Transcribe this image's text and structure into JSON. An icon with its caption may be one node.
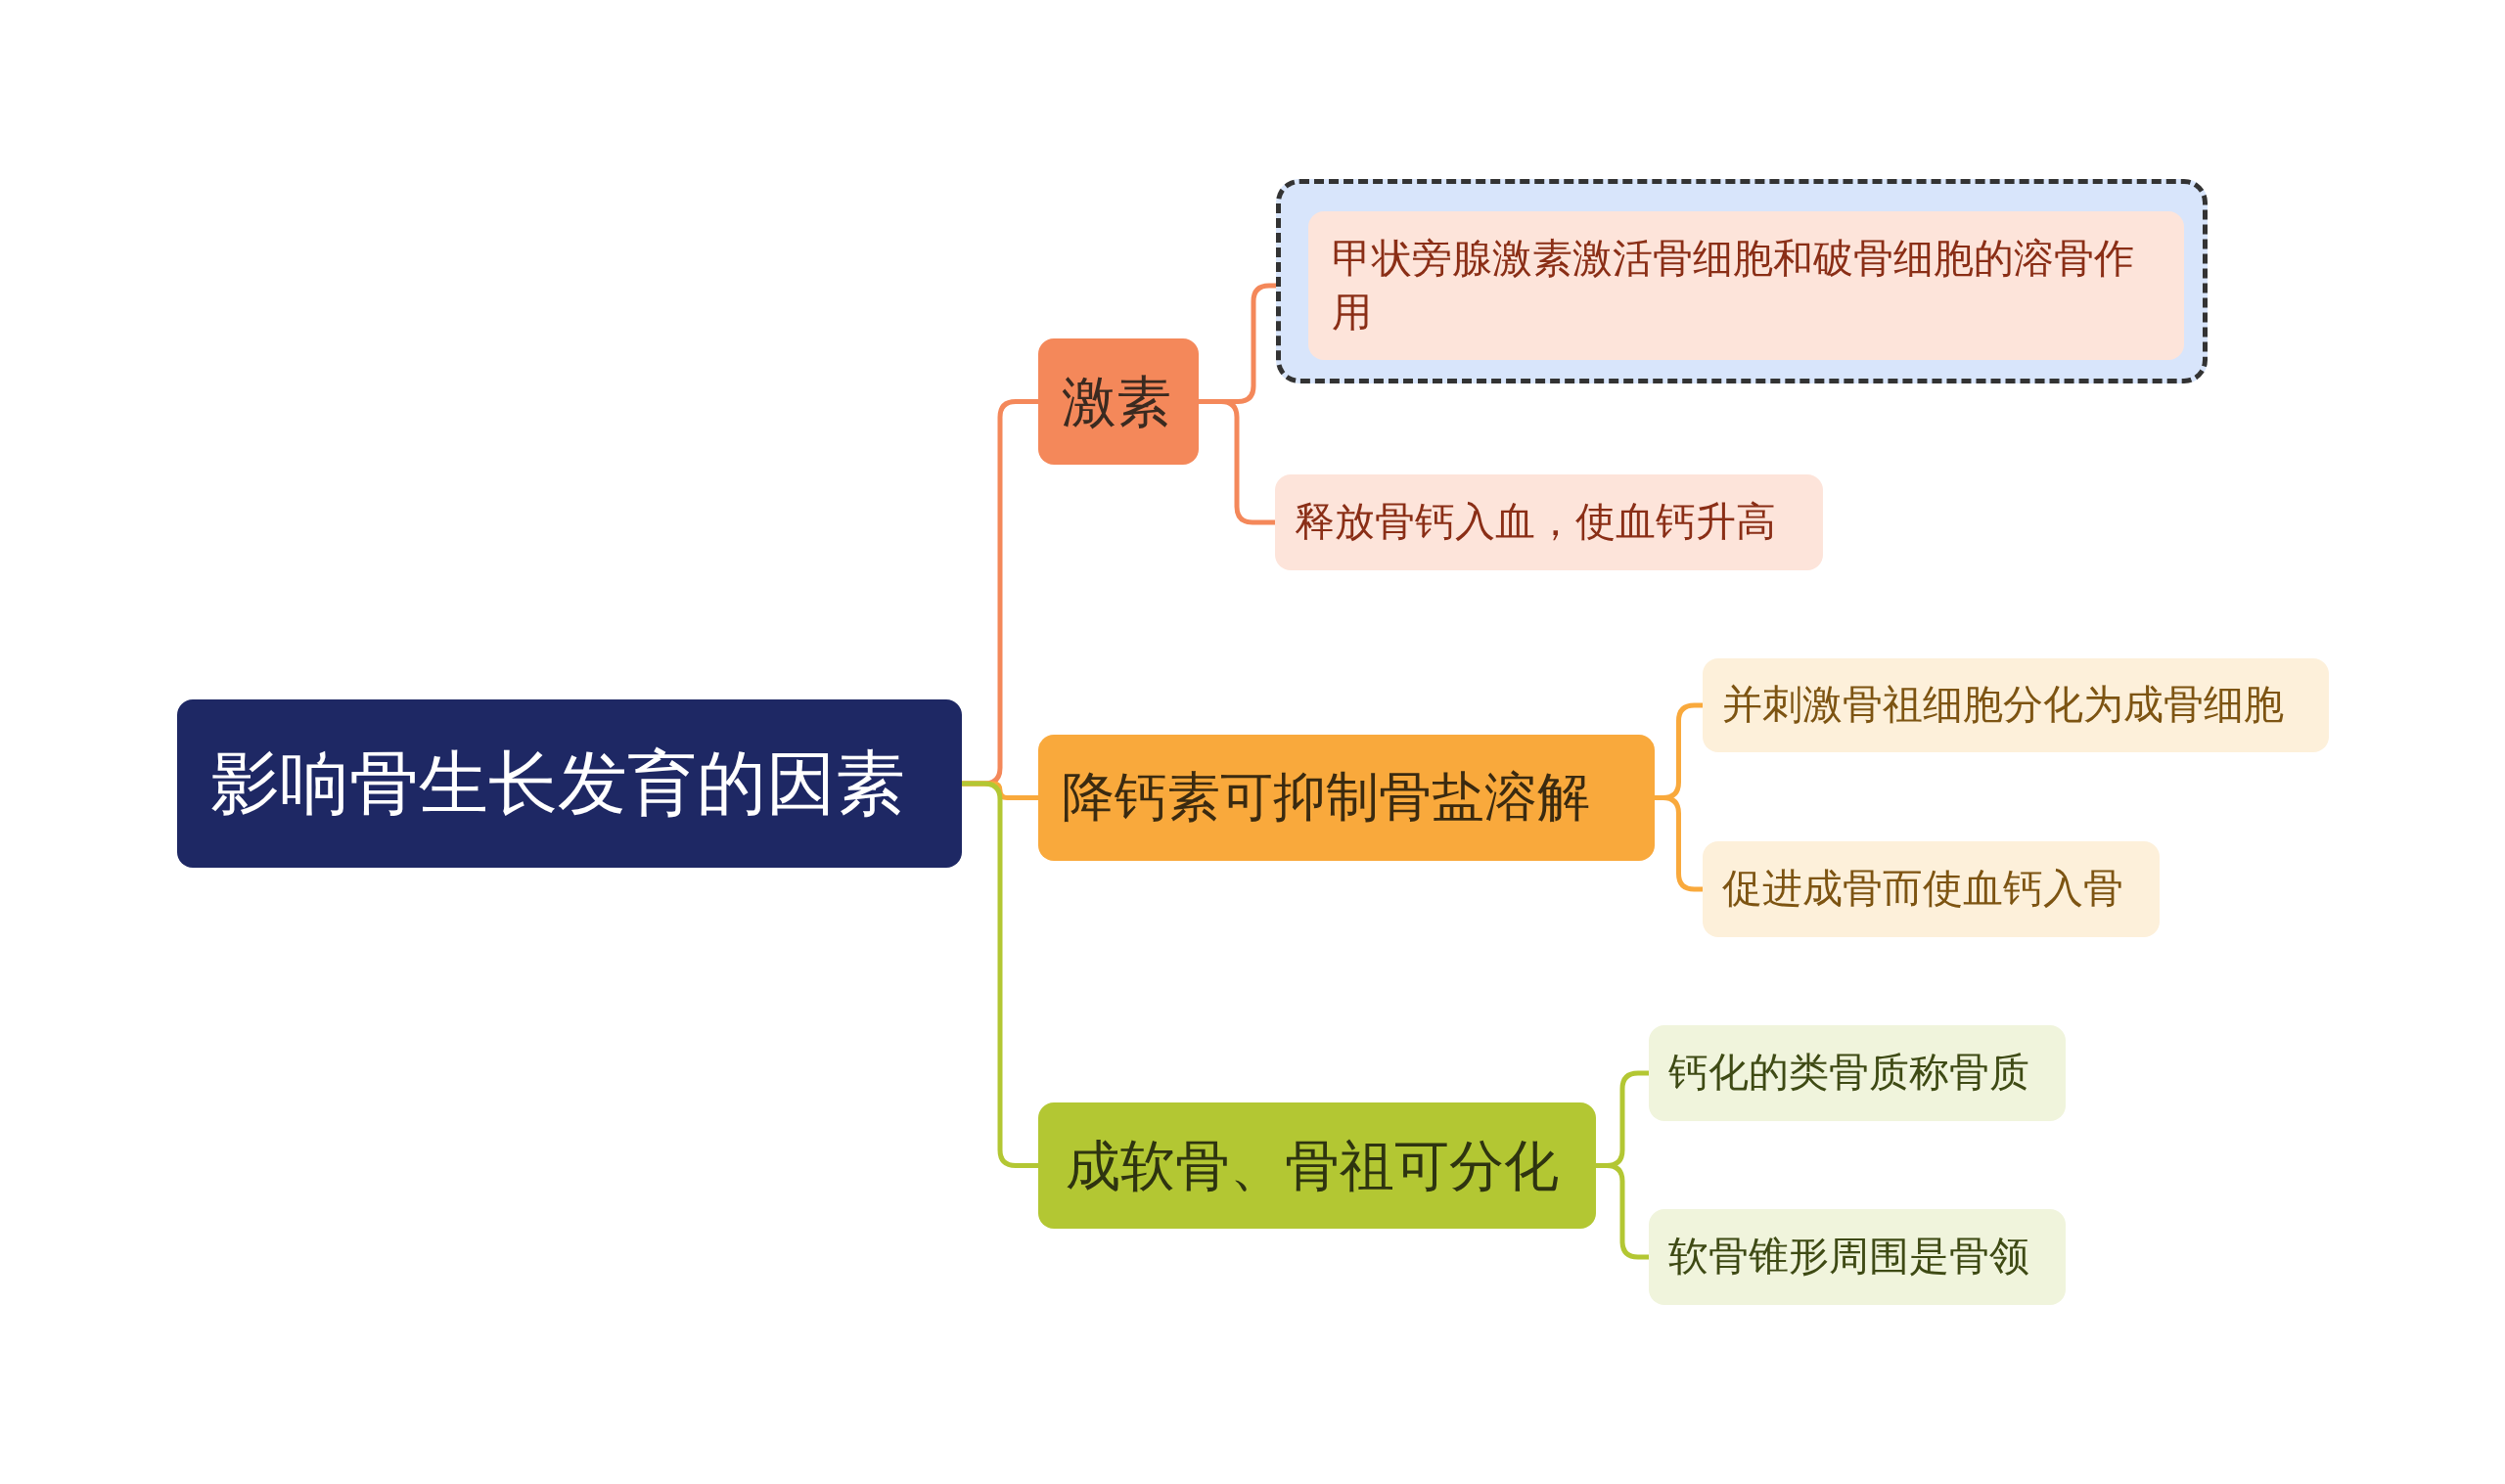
{
  "diagram": {
    "nodes": [
      {
        "text": [
          "影响骨生长发育的因素"
        ]
      },
      {
        "text": [
          "激素"
        ]
      },
      {
        "text": [],
        "shape": "box"
      },
      {
        "text": [
          "甲状旁腺激素激活骨细胞和破骨细胞的溶骨作用"
        ],
        "in": 2
      },
      {
        "text": [
          "释放骨钙入血，使血钙升高"
        ]
      },
      {
        "text": [
          "降钙素可抑制骨盐溶解"
        ]
      },
      {
        "text": [
          "并刺激骨祖细胞分化为成骨细胞"
        ]
      },
      {
        "text": [
          "促进成骨而使血钙入骨"
        ]
      },
      {
        "text": [
          "成软骨、骨祖可分化"
        ]
      },
      {
        "text": [
          "钙化的类骨质称骨质"
        ]
      },
      {
        "text": [
          "软骨锥形周围是骨领"
        ]
      }
    ],
    "edges": [
      {
        "from": 0,
        "to": 1,
        "arrow": "none",
        "color": "#f4885a"
      },
      {
        "from": 0,
        "to": 5,
        "arrow": "none",
        "color": "#f9a93c"
      },
      {
        "from": 0,
        "to": 8,
        "arrow": "none",
        "color": "#b3c733"
      },
      {
        "from": 1,
        "to": 3,
        "arrow": "none",
        "color": "#f4885a"
      },
      {
        "from": 1,
        "to": 4,
        "arrow": "none",
        "color": "#f4885a"
      },
      {
        "from": 5,
        "to": 6,
        "arrow": "none",
        "color": "#f9a93c"
      },
      {
        "from": 5,
        "to": 7,
        "arrow": "none",
        "color": "#f9a93c"
      },
      {
        "from": 8,
        "to": 9,
        "arrow": "none",
        "color": "#b3c733"
      },
      {
        "from": 8,
        "to": 10,
        "arrow": "none",
        "color": "#b3c733"
      }
    ]
  }
}
